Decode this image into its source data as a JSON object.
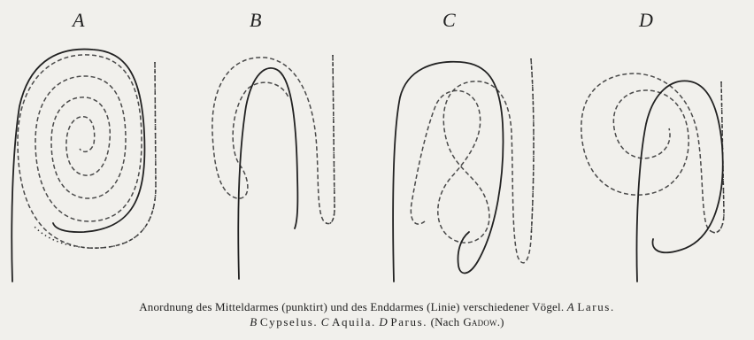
{
  "panels": [
    {
      "label": "A"
    },
    {
      "label": "B"
    },
    {
      "label": "C"
    },
    {
      "label": "D"
    }
  ],
  "caption": {
    "line1_pre": "Anordnung des Mitteldarmes (punktirt) und des Enddarmes (Linie) verschiedener Vögel.",
    "a_letter": "A",
    "a_name": "Larus.",
    "b_letter": "B",
    "b_name": "Cypselus.",
    "c_letter": "C",
    "c_name": "Aquila.",
    "d_letter": "D",
    "d_name": "Parus.",
    "source_pre": "(Nach",
    "source_name": "Gadow",
    "source_post": ".)"
  }
}
